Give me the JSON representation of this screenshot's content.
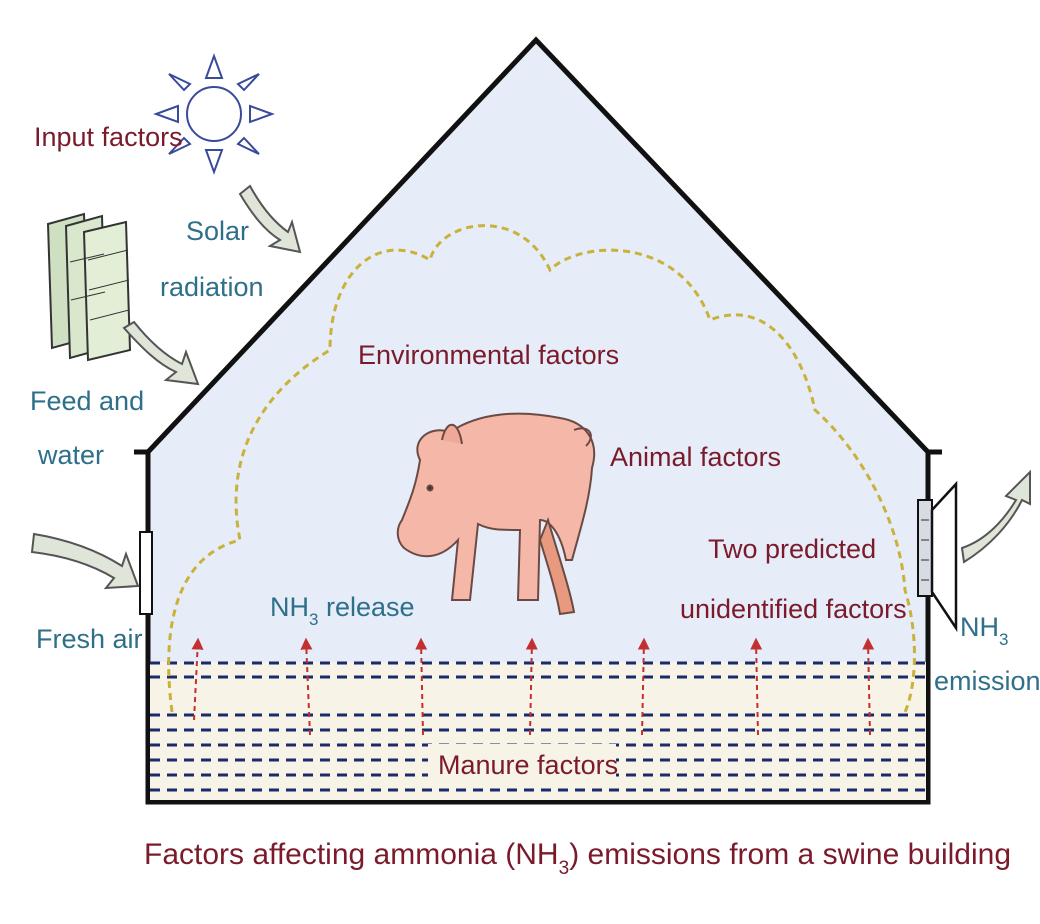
{
  "labels": {
    "input_factors": "Input factors",
    "solar": "Solar",
    "radiation": "radiation",
    "feed_and": "Feed and",
    "water": "water",
    "fresh_air": "Fresh air",
    "environmental_factors": "Environmental factors",
    "animal_factors": "Animal factors",
    "two_predicted": "Two predicted",
    "unidentified_factors": "unidentified factors",
    "nh3_nh": "NH",
    "nh3_sub": "3",
    "release": " release",
    "emission_nh": "NH",
    "emission_sub": "3",
    "emission": "emission",
    "manure_factors": "Manure factors"
  },
  "caption": {
    "before": "Factors affecting ammonia (NH",
    "sub": "3",
    "after": ") emissions from a swine building"
  },
  "colors": {
    "house_fill": "#e6ecf8",
    "outline": "#111111",
    "dark_red": "#7a1a2a",
    "teal": "#2e6f8a",
    "dotted_yellow": "#c9b23c",
    "manure_lines": "#1a2a6a",
    "arrow_fill": "#dfe5d8",
    "pig": "#f5b8a8"
  },
  "icons": [
    "sun-icon",
    "feed-bag-icon",
    "pig-icon",
    "fan-icon",
    "window-icon",
    "arrow-icon"
  ]
}
